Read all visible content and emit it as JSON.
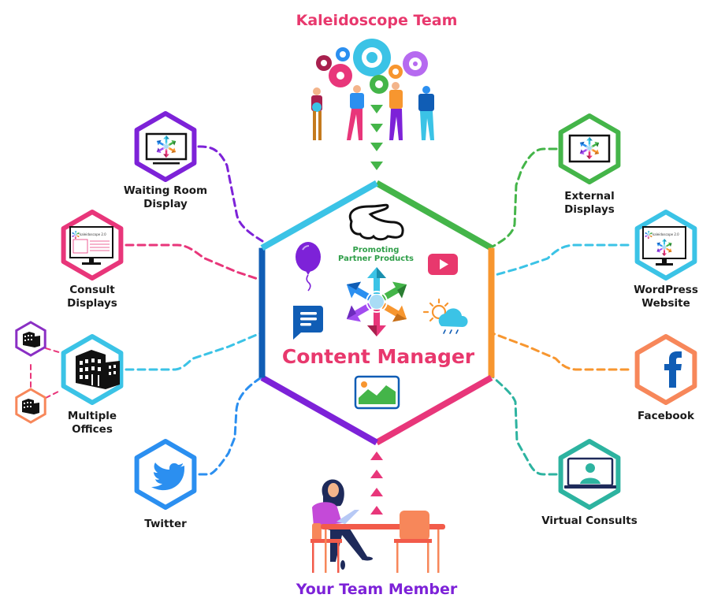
{
  "header": {
    "title": "Kaleidoscope Team",
    "color": "#e8386d"
  },
  "footer": {
    "title": "Your Team Member",
    "color": "#7d22d8"
  },
  "center": {
    "title": "Content Manager",
    "title_color": "#e8386d",
    "subtitle_line1": "Promoting",
    "subtitle_line2": "Partner Products",
    "subtitle_color": "#2e9e48",
    "border_colors": [
      "#3bc3e6",
      "#44b549",
      "#f7962f",
      "#e8367a",
      "#7d22d8",
      "#105db5"
    ],
    "icons": [
      "balloon-icon",
      "youtube-icon",
      "chat-icon",
      "weather-icon",
      "image-icon",
      "kaleidoscope-arrows-icon",
      "dental-aligner-icon"
    ]
  },
  "nodes": [
    {
      "id": "waiting-room",
      "line1": "Waiting Room",
      "line2": "Display",
      "color": "#7d22d8",
      "icon": "tv-icon"
    },
    {
      "id": "consult",
      "line1": "Consult",
      "line2": "Displays",
      "color": "#e8367a",
      "icon": "monitor-icon"
    },
    {
      "id": "multiple-offices",
      "line1": "Multiple",
      "line2": "Offices",
      "color": "#3bc3e6",
      "icon": "building-icon"
    },
    {
      "id": "twitter",
      "line1": "Twitter",
      "line2": "",
      "color": "#2b8ff0",
      "icon": "twitter-icon"
    },
    {
      "id": "external",
      "line1": "External",
      "line2": "Displays",
      "color": "#44b549",
      "icon": "tv-icon"
    },
    {
      "id": "wordpress",
      "line1": "WordPress",
      "line2": "Website",
      "color": "#3bc3e6",
      "icon": "monitor-icon"
    },
    {
      "id": "facebook",
      "line1": "Facebook",
      "line2": "",
      "color": "#f7875a",
      "icon": "facebook-icon"
    },
    {
      "id": "virtual",
      "line1": "Virtual Consults",
      "line2": "",
      "color": "#2db3a0",
      "icon": "laptop-user-icon"
    }
  ],
  "office_small_colors": [
    "#8a2fc4",
    "#f7875a"
  ],
  "brand_text": "kaleidoscope 2.0"
}
